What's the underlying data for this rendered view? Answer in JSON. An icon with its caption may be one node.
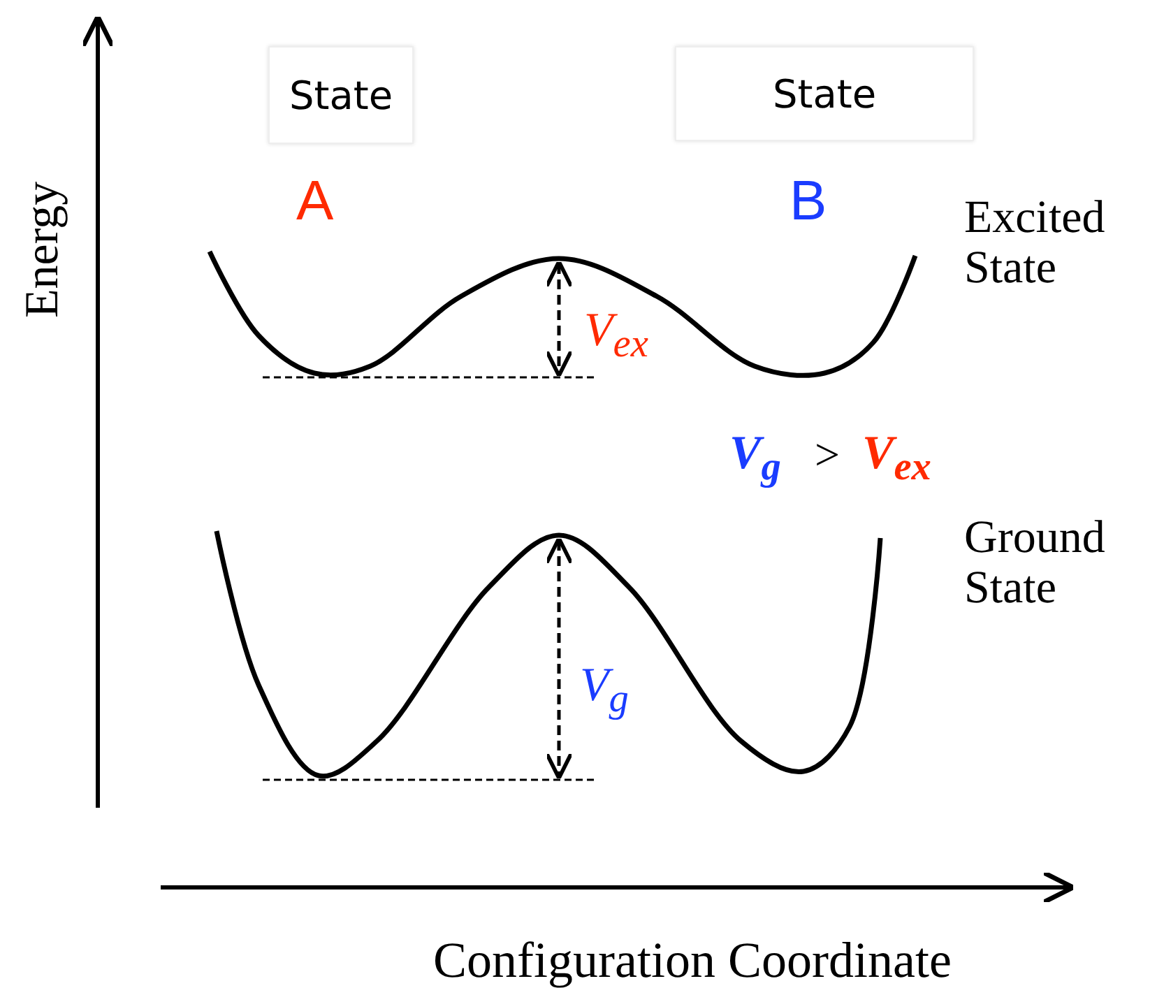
{
  "diagram": {
    "nodes": [
      {
        "text": [
          "State"
        ],
        "beside": [
          "A"
        ]
      },
      {
        "text": [
          "State"
        ],
        "beside": [
          "B"
        ]
      }
    ],
    "edges": [],
    "labels": [
      "Energy",
      "Excited State",
      "V$_{ex}$",
      "V$_{g}$",
      ">",
      "V$_{ex}$",
      "Ground State",
      "V$_{g}$",
      "Configuration Coordinate"
    ]
  }
}
